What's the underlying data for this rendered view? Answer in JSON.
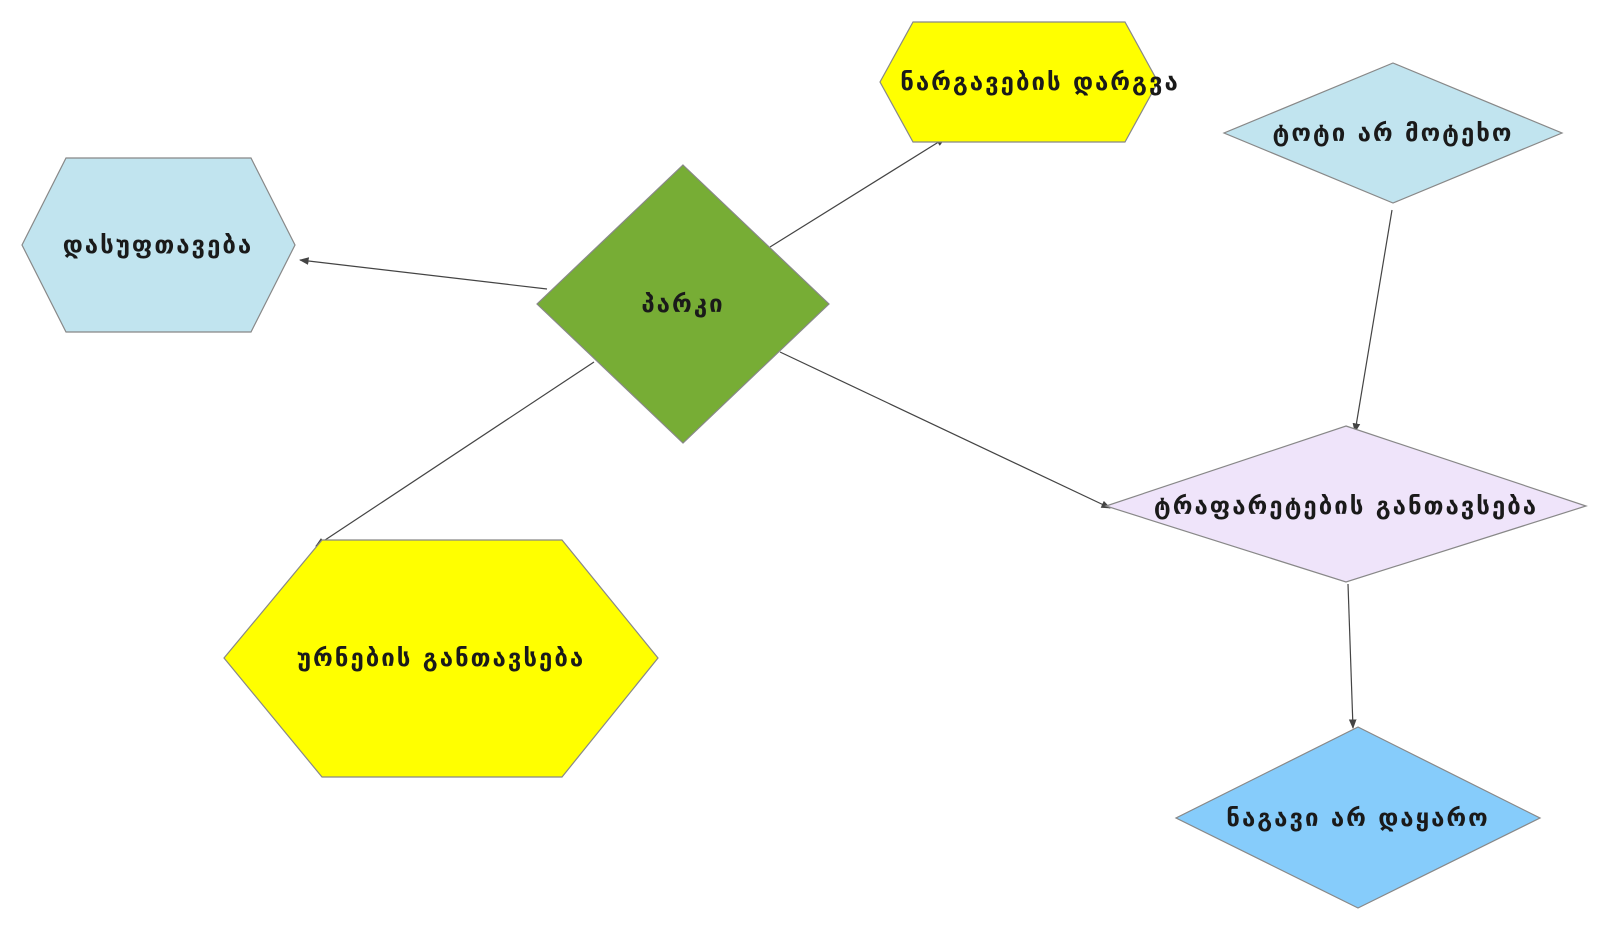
{
  "nodes": {
    "park": {
      "label": "პარკი",
      "color": "#77ad35"
    },
    "tree_planting": {
      "label": "ნარგავების დარგვა",
      "color": "#ffff00"
    },
    "cleaning": {
      "label": "დასუფთავება",
      "color": "#c1e4ef"
    },
    "dont_break_branch": {
      "label": "ტოტი არ მოტეხო",
      "color": "#c1e4ef"
    },
    "sign_placement": {
      "label": "ტრაფარეტების განთავსება",
      "color": "#efe4fa"
    },
    "bins_placement": {
      "label": "ურნების განთავსება",
      "color": "#ffff00"
    },
    "dont_litter": {
      "label": "ნაგავი არ დაყარო",
      "color": "#86ccfb"
    }
  },
  "edges": [
    {
      "from": "park",
      "to": "tree_planting"
    },
    {
      "from": "park",
      "to": "cleaning"
    },
    {
      "from": "park",
      "to": "bins_placement"
    },
    {
      "from": "park",
      "to": "sign_placement"
    },
    {
      "from": "dont_break_branch",
      "to": "sign_placement"
    },
    {
      "from": "sign_placement",
      "to": "dont_litter"
    }
  ]
}
